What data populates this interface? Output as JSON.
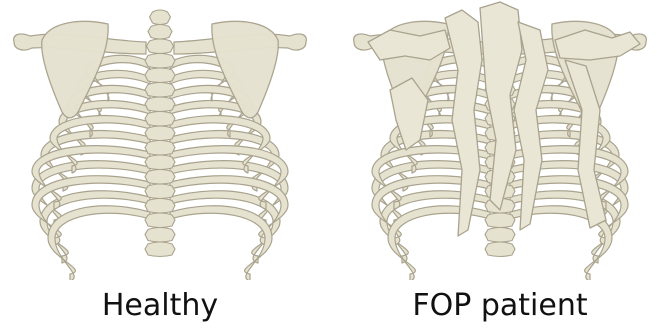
{
  "panels": [
    {
      "label": "Healthy",
      "condition": "healthy"
    },
    {
      "label": "FOP patient",
      "condition": "fop"
    }
  ],
  "colors": {
    "bone_fill": "#e6e2d0",
    "bone_stroke": "#a9a38e",
    "bone_shadow": "#cfc9b2",
    "ossified_fill": "#e9e6d6",
    "text": "#111111"
  }
}
